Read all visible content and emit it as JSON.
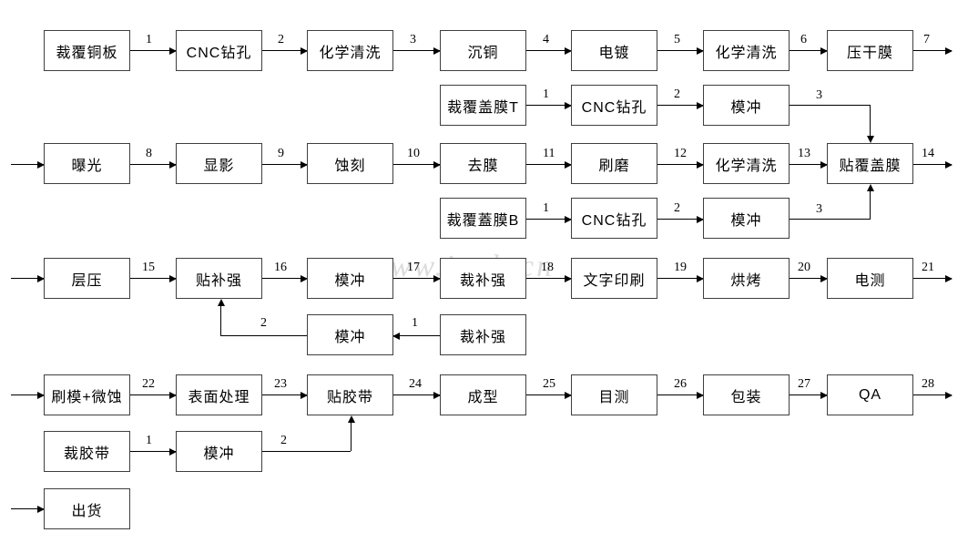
{
  "watermark": "www.ipcb.cn",
  "colors": {
    "background": "#ffffff",
    "box_border": "#3f3f3f",
    "line": "#000000",
    "watermark": "#dcdcdc"
  },
  "nodes": [
    {
      "label": "裁覆铜板"
    },
    {
      "label": "CNC钻孔"
    },
    {
      "label": "化学清洗"
    },
    {
      "label": "沉铜"
    },
    {
      "label": "电镀"
    },
    {
      "label": "化学清洗"
    },
    {
      "label": "压干膜"
    },
    {
      "label": "裁覆盖膜T"
    },
    {
      "label": "CNC钻孔"
    },
    {
      "label": "模冲"
    },
    {
      "label": "曝光"
    },
    {
      "label": "显影"
    },
    {
      "label": "蚀刻"
    },
    {
      "label": "去膜"
    },
    {
      "label": "刷磨"
    },
    {
      "label": "化学清洗"
    },
    {
      "label": "贴覆盖膜"
    },
    {
      "label": "裁覆蓋膜B"
    },
    {
      "label": "CNC钻孔"
    },
    {
      "label": "模冲"
    },
    {
      "label": "层压"
    },
    {
      "label": "贴补强"
    },
    {
      "label": "模冲"
    },
    {
      "label": "裁补强"
    },
    {
      "label": "文字印刷"
    },
    {
      "label": "烘烤"
    },
    {
      "label": "电测"
    },
    {
      "label": "模冲"
    },
    {
      "label": "裁补强"
    },
    {
      "label": "刷模+微蚀"
    },
    {
      "label": "表面处理"
    },
    {
      "label": "贴胶带"
    },
    {
      "label": "成型"
    },
    {
      "label": "目测"
    },
    {
      "label": "包装"
    },
    {
      "label": "QA"
    },
    {
      "label": "裁胶带"
    },
    {
      "label": "模冲"
    },
    {
      "label": "出货"
    }
  ],
  "edges": [
    {
      "from": "裁覆铜板",
      "to": "CNC钻孔",
      "label": "1"
    },
    {
      "from": "CNC钻孔",
      "to": "化学清洗",
      "label": "2"
    },
    {
      "from": "化学清洗",
      "to": "沉铜",
      "label": "3"
    },
    {
      "from": "沉铜",
      "to": "电镀",
      "label": "4"
    },
    {
      "from": "电镀",
      "to": "化学清洗",
      "label": "5"
    },
    {
      "from": "化学清洗",
      "to": "压干膜",
      "label": "6"
    },
    {
      "from": "压干膜",
      "to": "(下行)",
      "label": "7"
    },
    {
      "from": "裁覆盖膜T",
      "to": "CNC钻孔",
      "label": "1"
    },
    {
      "from": "CNC钻孔",
      "to": "模冲",
      "label": "2"
    },
    {
      "from": "模冲",
      "to": "贴覆盖膜",
      "label": "3"
    },
    {
      "from": "(上行)",
      "to": "曝光",
      "label": ""
    },
    {
      "from": "曝光",
      "to": "显影",
      "label": "8"
    },
    {
      "from": "显影",
      "to": "蚀刻",
      "label": "9"
    },
    {
      "from": "蚀刻",
      "to": "去膜",
      "label": "10"
    },
    {
      "from": "去膜",
      "to": "刷磨",
      "label": "11"
    },
    {
      "from": "刷磨",
      "to": "化学清洗",
      "label": "12"
    },
    {
      "from": "化学清洗",
      "to": "贴覆盖膜",
      "label": "13"
    },
    {
      "from": "贴覆盖膜",
      "to": "(下行)",
      "label": "14"
    },
    {
      "from": "裁覆蓋膜B",
      "to": "CNC钻孔",
      "label": "1"
    },
    {
      "from": "CNC钻孔",
      "to": "模冲",
      "label": "2"
    },
    {
      "from": "模冲",
      "to": "贴覆盖膜",
      "label": "3"
    },
    {
      "from": "(上行)",
      "to": "层压",
      "label": ""
    },
    {
      "from": "层压",
      "to": "贴补强",
      "label": "15"
    },
    {
      "from": "贴补强",
      "to": "模冲",
      "label": "16"
    },
    {
      "from": "模冲",
      "to": "裁补强",
      "label": "17"
    },
    {
      "from": "裁补强",
      "to": "文字印刷",
      "label": "18"
    },
    {
      "from": "文字印刷",
      "to": "烘烤",
      "label": "19"
    },
    {
      "from": "烘烤",
      "to": "电测",
      "label": "20"
    },
    {
      "from": "电测",
      "to": "(下行)",
      "label": "21"
    },
    {
      "from": "裁补强",
      "to": "模冲",
      "label": "1"
    },
    {
      "from": "模冲",
      "to": "贴补强",
      "label": "2"
    },
    {
      "from": "(上行)",
      "to": "刷模+微蚀",
      "label": ""
    },
    {
      "from": "刷模+微蚀",
      "to": "表面处理",
      "label": "22"
    },
    {
      "from": "表面处理",
      "to": "贴胶带",
      "label": "23"
    },
    {
      "from": "贴胶带",
      "to": "成型",
      "label": "24"
    },
    {
      "from": "成型",
      "to": "目测",
      "label": "25"
    },
    {
      "from": "目测",
      "to": "包装",
      "label": "26"
    },
    {
      "from": "包装",
      "to": "QA",
      "label": "27"
    },
    {
      "from": "QA",
      "to": "(下行)",
      "label": "28"
    },
    {
      "from": "裁胶带",
      "to": "模冲",
      "label": "1"
    },
    {
      "from": "模冲",
      "to": "贴胶带",
      "label": "2"
    },
    {
      "from": "(上行)",
      "to": "出货",
      "label": ""
    }
  ]
}
